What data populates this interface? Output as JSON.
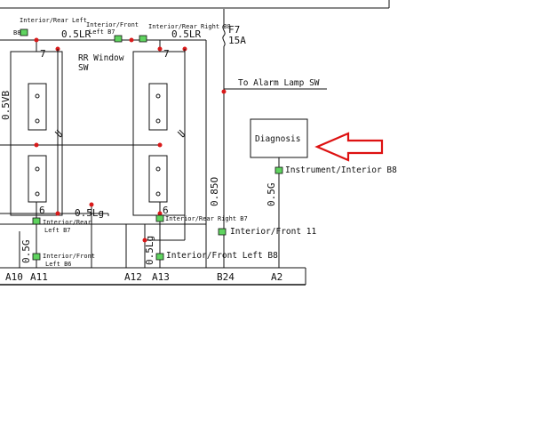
{
  "labels": {
    "conn_rear_left_top": "Interior/Rear Left",
    "conn_b8_top": "B8",
    "conn_front_left_b7_top": "Interior/Front",
    "conn_front_left_b7_top2": "Left B7",
    "conn_rear_right_b8_top": "Interior/Rear Right B8",
    "wire_05lr_1": "0.5LR",
    "wire_05lr_2": "0.5LR",
    "wire_05vb": "0.5VB",
    "wire_05lg": "0.5Lg",
    "wire_05g_left": "0.5G",
    "wire_05lg_vert": "0.5Lg",
    "wire_085o": "0.85O",
    "wire_05g_right": "0.5G",
    "fuse_name": "F7",
    "fuse_rating": "15A",
    "rr_window_line1": "RR Window",
    "rr_window_line2": "SW",
    "pin7_left": "7",
    "pin7_right": "7",
    "pin6_left": "6",
    "pin6_right": "6",
    "to_alarm": "To Alarm Lamp SW",
    "diagnosis": "Diagnosis",
    "instrument_interior": "Instrument/Interior B8",
    "conn_rear_left_b7_1": "Interior/Rear",
    "conn_rear_left_b7_2": "Left B7",
    "conn_rear_right_b7": "Interior/Rear Right B7",
    "interior_front_11": "Interior/Front 11",
    "conn_front_left_b6_1": "Interior/Front",
    "conn_front_left_b6_2": "Left B6",
    "conn_front_left_b8": "Interior/Front Left B8",
    "pin_a10": "A10",
    "pin_a11": "A11",
    "pin_a12": "A12",
    "pin_a13": "A13",
    "pin_b24": "B24",
    "pin_a2": "A2"
  },
  "colors": {
    "wire": "#111111",
    "junction": "#d91a1a",
    "connector": "#5fd35f",
    "arrow": "#dd1111"
  }
}
